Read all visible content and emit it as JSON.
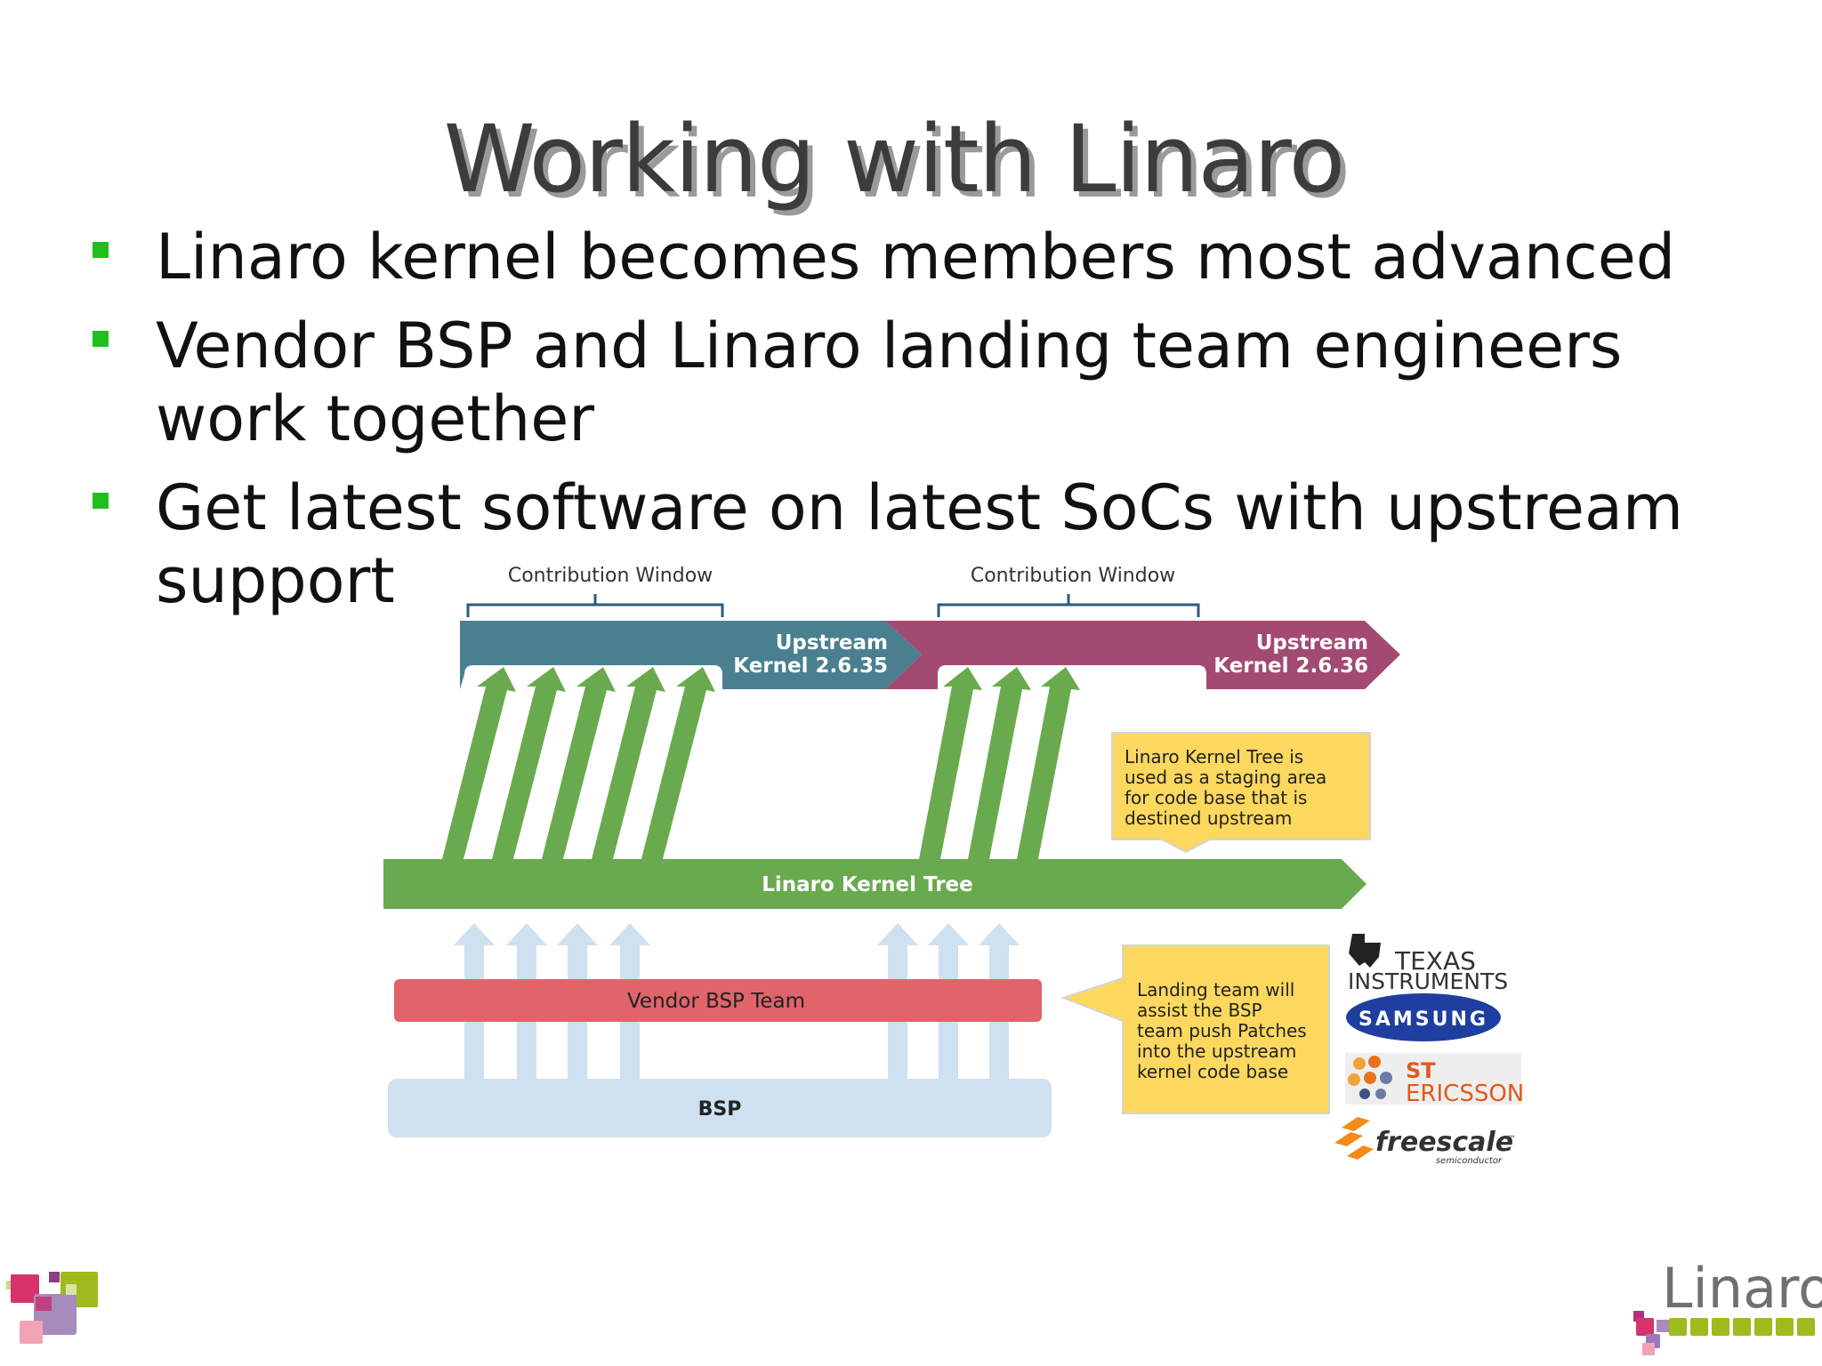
{
  "slide": {
    "title": "Working with Linaro",
    "bullets": [
      "Linaro kernel becomes members most advanced",
      "Vendor BSP and Linaro landing team engineers work together",
      "Get latest software on latest SoCs with upstream support"
    ]
  },
  "diagram": {
    "contribution_window_1": "Contribution Window",
    "contribution_window_2": "Contribution Window",
    "upstream_1_line1": "Upstream",
    "upstream_1_line2": "Kernel 2.6.35",
    "upstream_2_line1": "Upstream",
    "upstream_2_line2": "Kernel 2.6.36",
    "linaro_tree_label": "Linaro Kernel Tree",
    "vendor_bsp_label": "Vendor BSP Team",
    "bsp_label": "BSP",
    "note_staging": [
      "Linaro Kernel Tree is",
      "used as a staging area",
      "for code base that is",
      "destined upstream"
    ],
    "note_landing": [
      "Landing team will",
      "assist the BSP",
      "team push Patches",
      "into the upstream",
      "kernel code base"
    ],
    "colors": {
      "upstream_teal": "#4a7f8f",
      "upstream_magenta": "#a34a72",
      "green": "#6aaa4e",
      "vendor_red": "#e0646a",
      "bsp_blue": "#cfe0f0",
      "note_yellow": "#fdd85f"
    }
  },
  "partners": {
    "ti_line1": "TEXAS",
    "ti_line2": "INSTRUMENTS",
    "samsung": "SAMSUNG",
    "st": "ST",
    "ericsson": "ERICSSON",
    "freescale": "freescale",
    "freescale_tm": "™",
    "freescale_sub": "semiconductor"
  },
  "footer": {
    "brand": "Linaro"
  }
}
